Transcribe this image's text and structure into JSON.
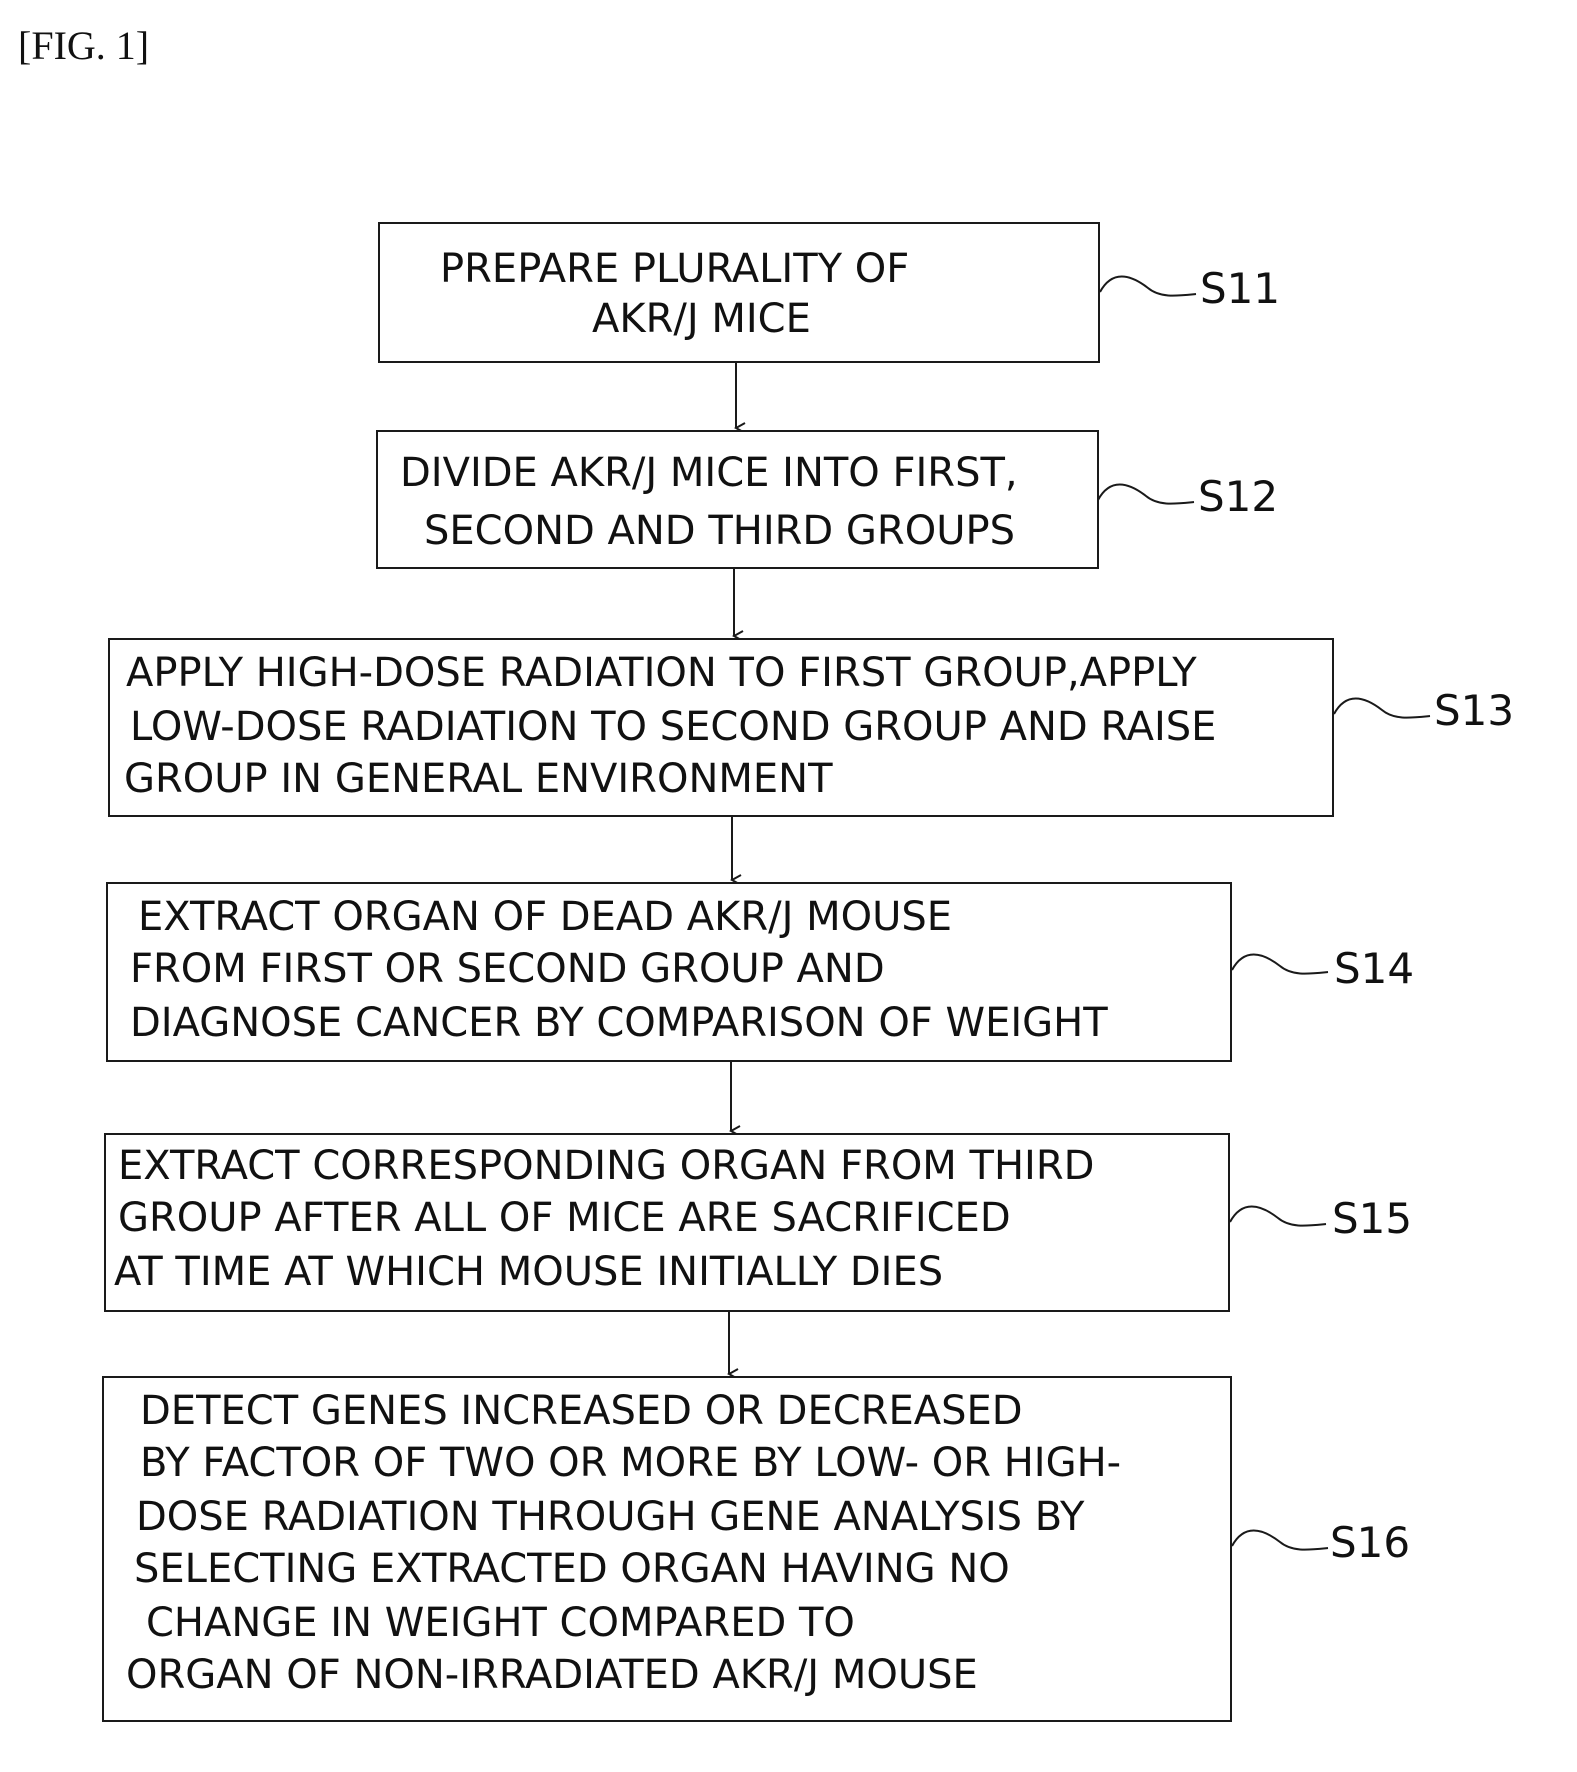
{
  "figure_label": "[FIG. 1]",
  "steps": [
    {
      "id": "S11",
      "lines": [
        "PREPARE PLURALITY OF",
        "AKR/J MICE"
      ]
    },
    {
      "id": "S12",
      "lines": [
        "DIVIDE AKR/J MICE INTO FIRST,",
        "SECOND AND THIRD GROUPS"
      ]
    },
    {
      "id": "S13",
      "lines": [
        "APPLY HIGH-DOSE RADIATION TO FIRST GROUP,APPLY",
        "LOW-DOSE RADIATION TO SECOND GROUP AND RAISE",
        "GROUP IN GENERAL ENVIRONMENT"
      ]
    },
    {
      "id": "S14",
      "lines": [
        "EXTRACT ORGAN OF DEAD AKR/J MOUSE",
        "FROM FIRST OR SECOND GROUP AND",
        "DIAGNOSE CANCER BY COMPARISON OF WEIGHT"
      ]
    },
    {
      "id": "S15",
      "lines": [
        "EXTRACT CORRESPONDING ORGAN FROM  THIRD",
        "GROUP AFTER ALL OF MICE ARE SACRIFICED",
        "AT TIME AT WHICH MOUSE INITIALLY DIES"
      ]
    },
    {
      "id": "S16",
      "lines": [
        "DETECT GENES INCREASED OR DECREASED",
        "BY FACTOR OF TWO OR MORE BY LOW- OR HIGH-",
        "DOSE RADIATION THROUGH GENE ANALYSIS BY",
        "SELECTING EXTRACTED ORGAN HAVING NO",
        "CHANGE IN WEIGHT COMPARED TO",
        "ORGAN OF NON-IRRADIATED AKR/J MOUSE"
      ]
    }
  ]
}
